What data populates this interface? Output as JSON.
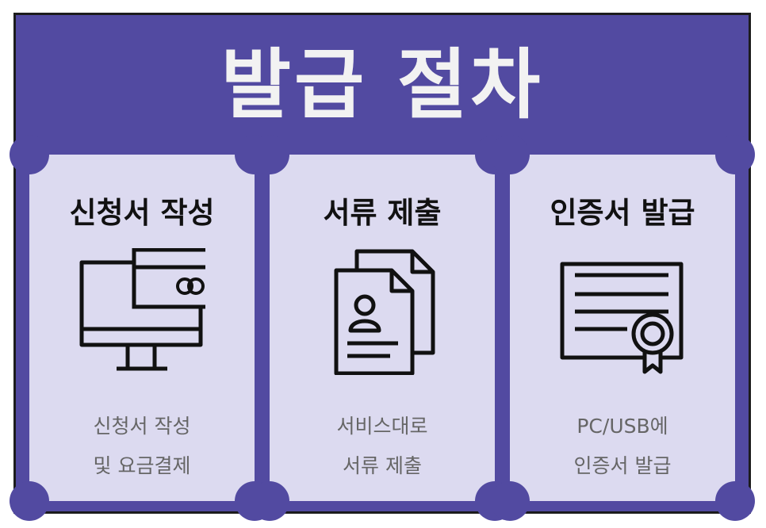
{
  "title": "발급 절차",
  "steps": [
    {
      "title": "신청서 작성",
      "icon": "monitor-card-icon",
      "desc_line1": "신청서 작성",
      "desc_line2": "및 요금결제"
    },
    {
      "title": "서류 제출",
      "icon": "documents-icon",
      "desc_line1": "서비스대로",
      "desc_line2": "서류 제출"
    },
    {
      "title": "인증서 발급",
      "icon": "certificate-icon",
      "desc_line1": "PC/USB에",
      "desc_line2": "인증서 발급"
    }
  ],
  "colors": {
    "background": "#524aa1",
    "card": "#dcdaf0",
    "title_text": "#f2f2f2",
    "desc_text": "#666666"
  }
}
